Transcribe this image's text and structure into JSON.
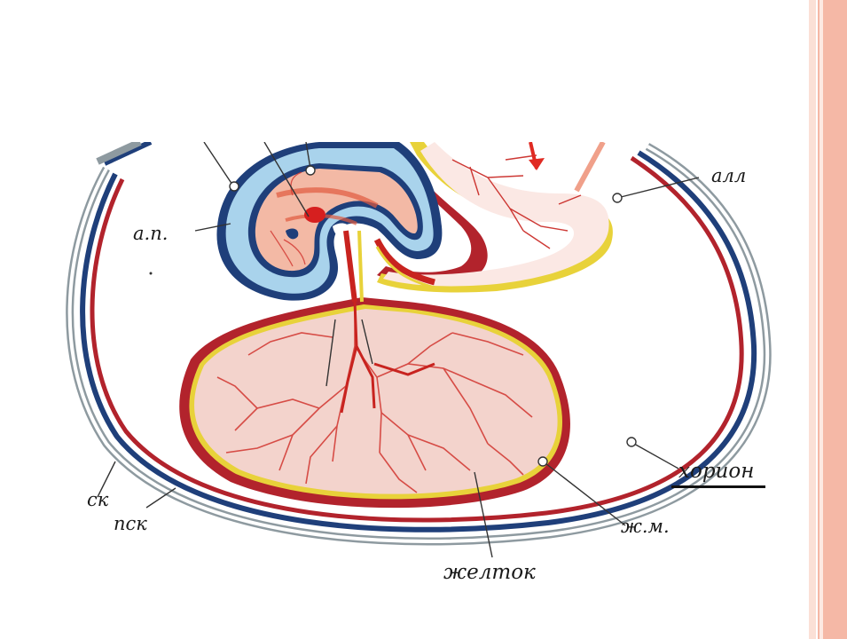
{
  "labels": {
    "allantois": "алл",
    "amniotic_cavity": "а.п.",
    "chorion": "хорион",
    "serosa": "ск",
    "splanchnopleure": "пск",
    "yolk_membrane": "ж.м.",
    "yolk": "желток"
  },
  "colors": {
    "serosa_gray": "#8e9aa0",
    "outer_red": "#b2232c",
    "outer_blue": "#1f3f7a",
    "amnion_blue": "#a9d3ec",
    "embryo_pink": "#f3b9a5",
    "yolk_pink": "#f3d3cc",
    "vessel_red": "#c8231f",
    "yolk_line": "#e8d23a",
    "slide_stripe": "#f5b8a6"
  }
}
